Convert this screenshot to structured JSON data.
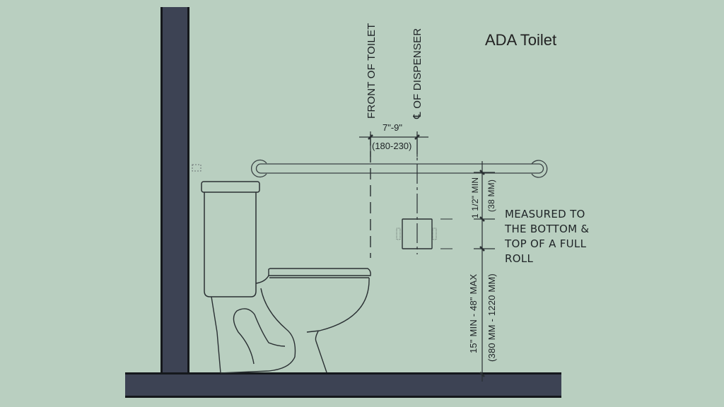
{
  "diagram": {
    "title": "ADA Toilet",
    "labels": {
      "front_of_toilet": "FRONT OF TOILET",
      "centerline_of_dispenser": "℄ OF DISPENSER",
      "horizontal_dimension_imperial": "7\"-9\"",
      "horizontal_dimension_metric": "(180-230)",
      "grab_bar_clearance_imperial": "1 1/2\" MIN",
      "grab_bar_clearance_metric": "(38 MM)",
      "dispenser_height_imperial": "15\" MIN - 48\" MAX",
      "dispenser_height_metric": "(380 MM - 1220 MM)",
      "note": [
        "MEASURED TO",
        "THE BOTTOM &",
        "TOP OF A FULL",
        "ROLL"
      ]
    },
    "elements": [
      "wall",
      "floor",
      "grab-bar",
      "toilet-tank",
      "toilet-bowl",
      "toilet-paper-dispenser"
    ],
    "colors": {
      "background": "#b9cfc0",
      "wall_floor": "#3d4354",
      "line": "#2a3033"
    }
  }
}
